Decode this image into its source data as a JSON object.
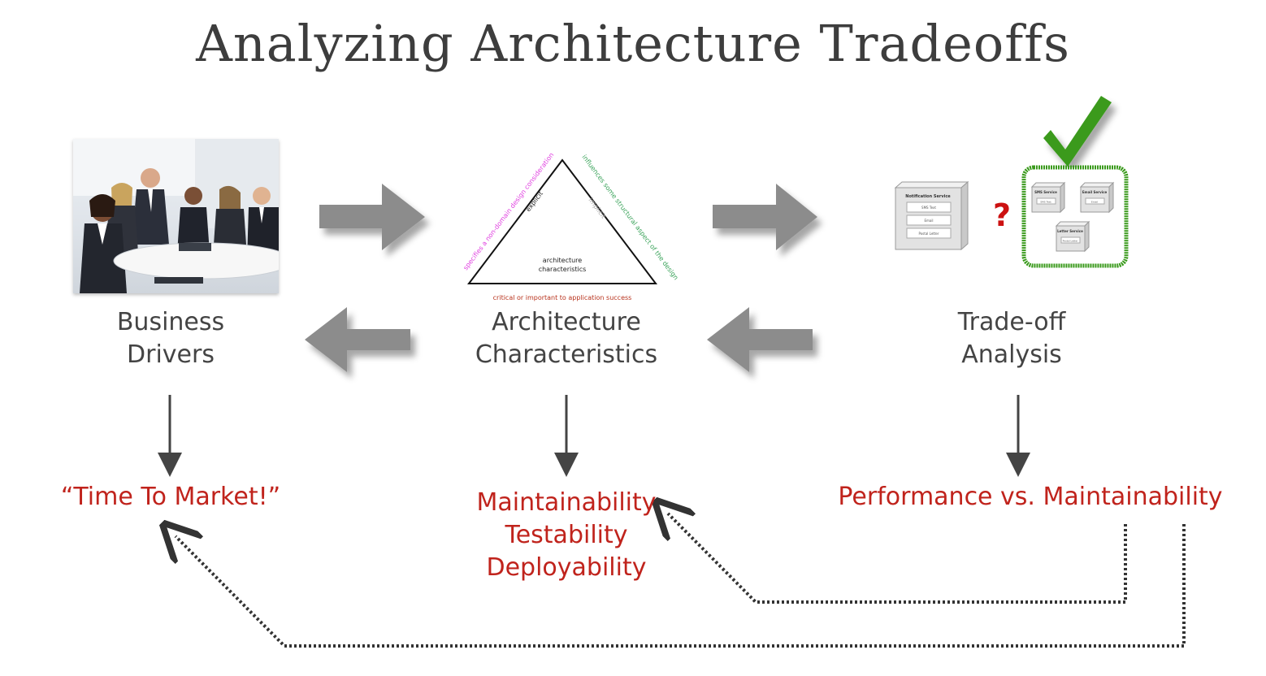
{
  "title": "Analyzing Architecture Tradeoffs",
  "columns": {
    "business": {
      "line1": "Business",
      "line2": "Drivers"
    },
    "architecture": {
      "line1": "Architecture",
      "line2": "Characteristics"
    },
    "tradeoff": {
      "line1": "Trade-off",
      "line2": "Analysis"
    }
  },
  "outcomes": {
    "business": "“Time To Market!”",
    "architecture": [
      "Maintainability",
      "Testability",
      "Deployability"
    ],
    "tradeoff": "Performance vs. Maintainability"
  },
  "triangle": {
    "center_line1": "architecture",
    "center_line2": "characteristics",
    "left_side": "specifies a non-domain design consideration",
    "right_side": "influences some structural aspect of the design",
    "bottom_side": "critical or important to application success",
    "explicit": "explicit",
    "implicit": "implicit"
  },
  "tradeoff_graphic": {
    "question_mark": "?",
    "notification_service": {
      "title": "Notification Service",
      "items": [
        "SMS Text",
        "Email",
        "Postal Letter"
      ]
    },
    "sms_service": {
      "title": "SMS Service",
      "item": "SMS Text"
    },
    "email_service": {
      "title": "Email Service",
      "item": "Email"
    },
    "letter_service": {
      "title": "Letter Service",
      "item": "Postal Letter"
    }
  },
  "colors": {
    "accent_red": "#c0231c",
    "arrow_gray": "#8c8c8c",
    "check_green": "#3a9a1c",
    "left_side_text": "#e040e0",
    "right_side_text": "#3aa35a",
    "bottom_side_text": "#b8321c"
  },
  "icons": [
    "team-photo",
    "check-mark-icon",
    "right-arrow-icon",
    "left-arrow-icon",
    "down-arrow-icon",
    "dotted-feedback-arrow"
  ]
}
